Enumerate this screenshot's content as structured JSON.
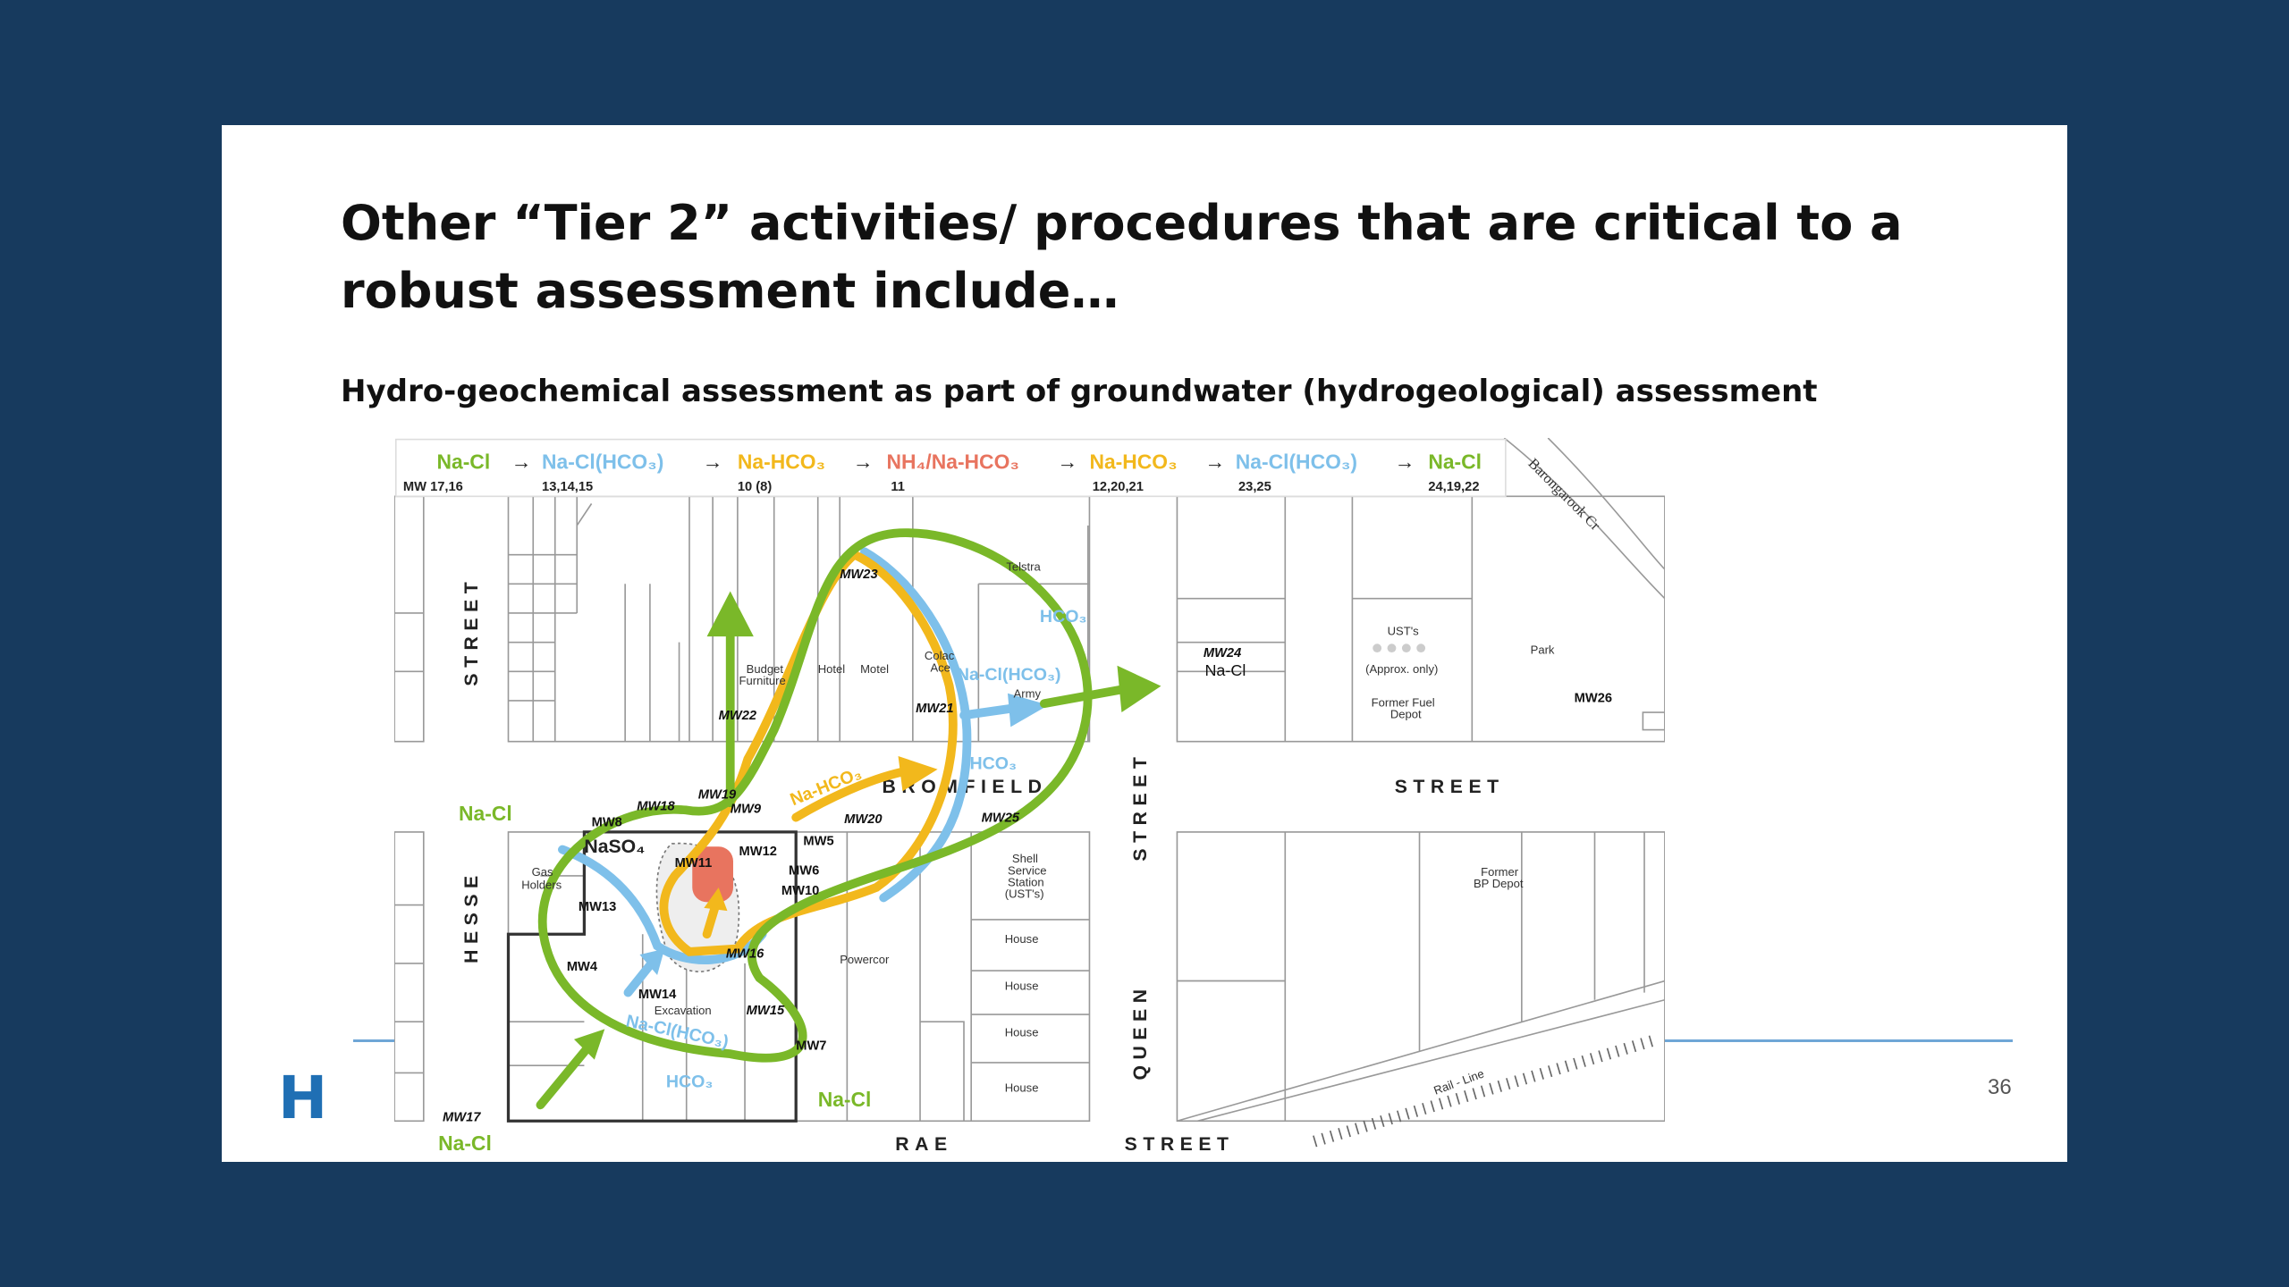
{
  "slide": {
    "title": "Other “Tier 2” activities/ procedures that are critical to a robust assessment include…",
    "subtitle": "Hydro-geochemical assessment as part of groundwater (hydrogeological) assessment",
    "logo": "H",
    "page_number": "36"
  },
  "colors": {
    "background": "#173a5e",
    "na_cl": "#7ab829",
    "na_cl_hco3": "#7ec0ea",
    "na_hco3": "#f2b81c",
    "nh4": "#e8745f"
  },
  "map": {
    "chain": [
      "Na-Cl",
      "Na-Cl(HCO₃)",
      "Na-HCO₃",
      "NH₄/Na-HCO₃",
      "Na-HCO₃",
      "Na-Cl(HCO₃)",
      "Na-Cl"
    ],
    "arrow": "→",
    "wells": [
      "MW 17,16",
      "13,14,15",
      "10 (8)",
      "11",
      "12,20,21",
      "23,25",
      "24,19,22"
    ],
    "streets": {
      "hesse_street": "STREET",
      "hesse": "HESSE",
      "bromfield": "BROMFIELD",
      "bromfield_street": "STREET",
      "queen_street": "STREET",
      "queen": "QUEEN",
      "rae": "RAE",
      "rae_street": "STREET",
      "creek": "Barongarook Cr"
    },
    "water_types": {
      "na_cl_1": "Na-Cl",
      "na_cl_2": "Na-Cl",
      "na_cl_3": "Na-Cl",
      "hco3_1": "HCO₃",
      "na_cl_hco3_1": "Na-Cl(HCO₃)",
      "hco3_2": "HCO₃",
      "na_cl_hco3_2": "Na-Cl(HCO₃)",
      "hco3_3": "HCO₃",
      "na_hco3": "Na-HCO₃",
      "naso4": "NaSO₄"
    },
    "places": {
      "telstra": "Telstra",
      "budget": "Budget",
      "furniture": "Furniture",
      "hotel": "Hotel",
      "motel": "Motel",
      "colac": "Colac",
      "ace": "Ace",
      "army": "Army",
      "gas": "Gas",
      "holders": "Holders",
      "powercor": "Powercor",
      "excavation": "Excavation",
      "shell": "Shell",
      "service": "Service",
      "station": "Station",
      "usts_paren": "(UST's)",
      "house1": "House",
      "house2": "House",
      "house3": "House",
      "house4": "House",
      "usts": "UST's",
      "approx": "(Approx. only)",
      "park": "Park",
      "former_fuel": "Former Fuel",
      "depot": "Depot",
      "former_bp": "Former",
      "bp_depot": "BP Depot",
      "rail": "Rail - Line",
      "mw24_type": "Na-Cl"
    },
    "monitoring_wells": {
      "mw23": "MW23",
      "mw22": "MW22",
      "mw21": "MW21",
      "mw19": "MW19",
      "mw18": "MW18",
      "mw9": "MW9",
      "mw8": "MW8",
      "mw20": "MW20",
      "mw25": "MW25",
      "mw5": "MW5",
      "mw12": "MW12",
      "mw11": "MW11",
      "mw6": "MW6",
      "mw10": "MW10",
      "mw13": "MW13",
      "mw16": "MW16",
      "mw4": "MW4",
      "mw14": "MW14",
      "mw15": "MW15",
      "mw7": "MW7",
      "mw17": "MW17",
      "mw24": "MW24",
      "mw26": "MW26"
    }
  }
}
